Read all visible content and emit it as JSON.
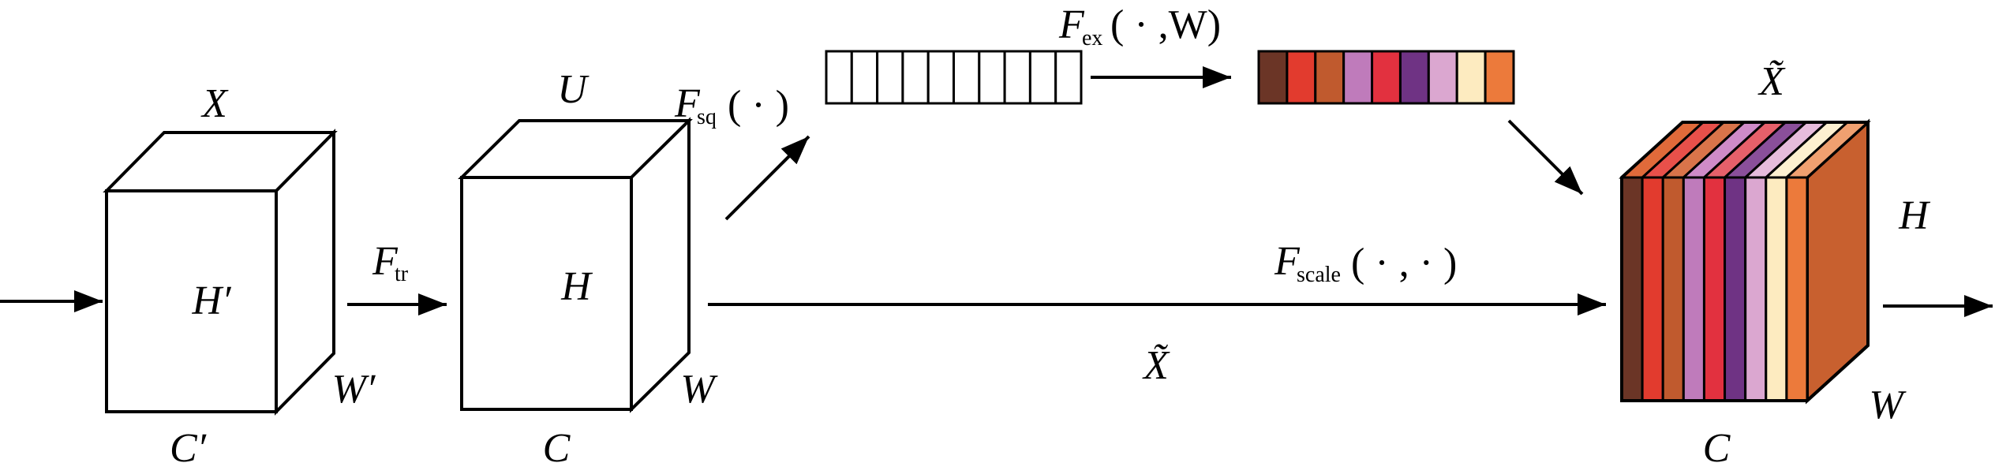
{
  "labels": {
    "input_tensor": "X",
    "input_height": "H′",
    "input_width": "W′",
    "input_channels": "C′",
    "transform_main": "F",
    "transform_sub": "tr",
    "feature_tensor": "U",
    "feature_height": "H",
    "feature_width": "W",
    "feature_channels": "C",
    "squeeze_main": "F",
    "squeeze_sub": "sq",
    "squeeze_args": "( · )",
    "excite_main": "F",
    "excite_sub": "ex",
    "excite_args": "( · ,W)",
    "scale_main": "F",
    "scale_sub": "scale",
    "scale_args": "( · , · )",
    "skip_tensor": "X̃",
    "output_tensor": "X̃",
    "output_height": "H",
    "output_width": "W",
    "output_channels": "C"
  },
  "squeeze_vector_cells": 10,
  "excitation_colors": [
    "#6b3526",
    "#e23b2e",
    "#c05a2e",
    "#bf7bbb",
    "#e2313f",
    "#6f3384",
    "#dba7d0",
    "#fdebc0",
    "#ec7a3b"
  ],
  "output_slice_colors": [
    "#6b3526",
    "#e23b2e",
    "#c05a2e",
    "#bf7bbb",
    "#e2313f",
    "#6f3384",
    "#dba7d0",
    "#fdebc0",
    "#ec7a3b"
  ],
  "output_side_color": "#c8602f",
  "output_top_colors": [
    "#e06a3a",
    "#e8504a",
    "#d9744a",
    "#cf8bc8",
    "#e6606a",
    "#8a4f9a",
    "#e6bcdc",
    "#fdf0d0",
    "#f0a070"
  ]
}
